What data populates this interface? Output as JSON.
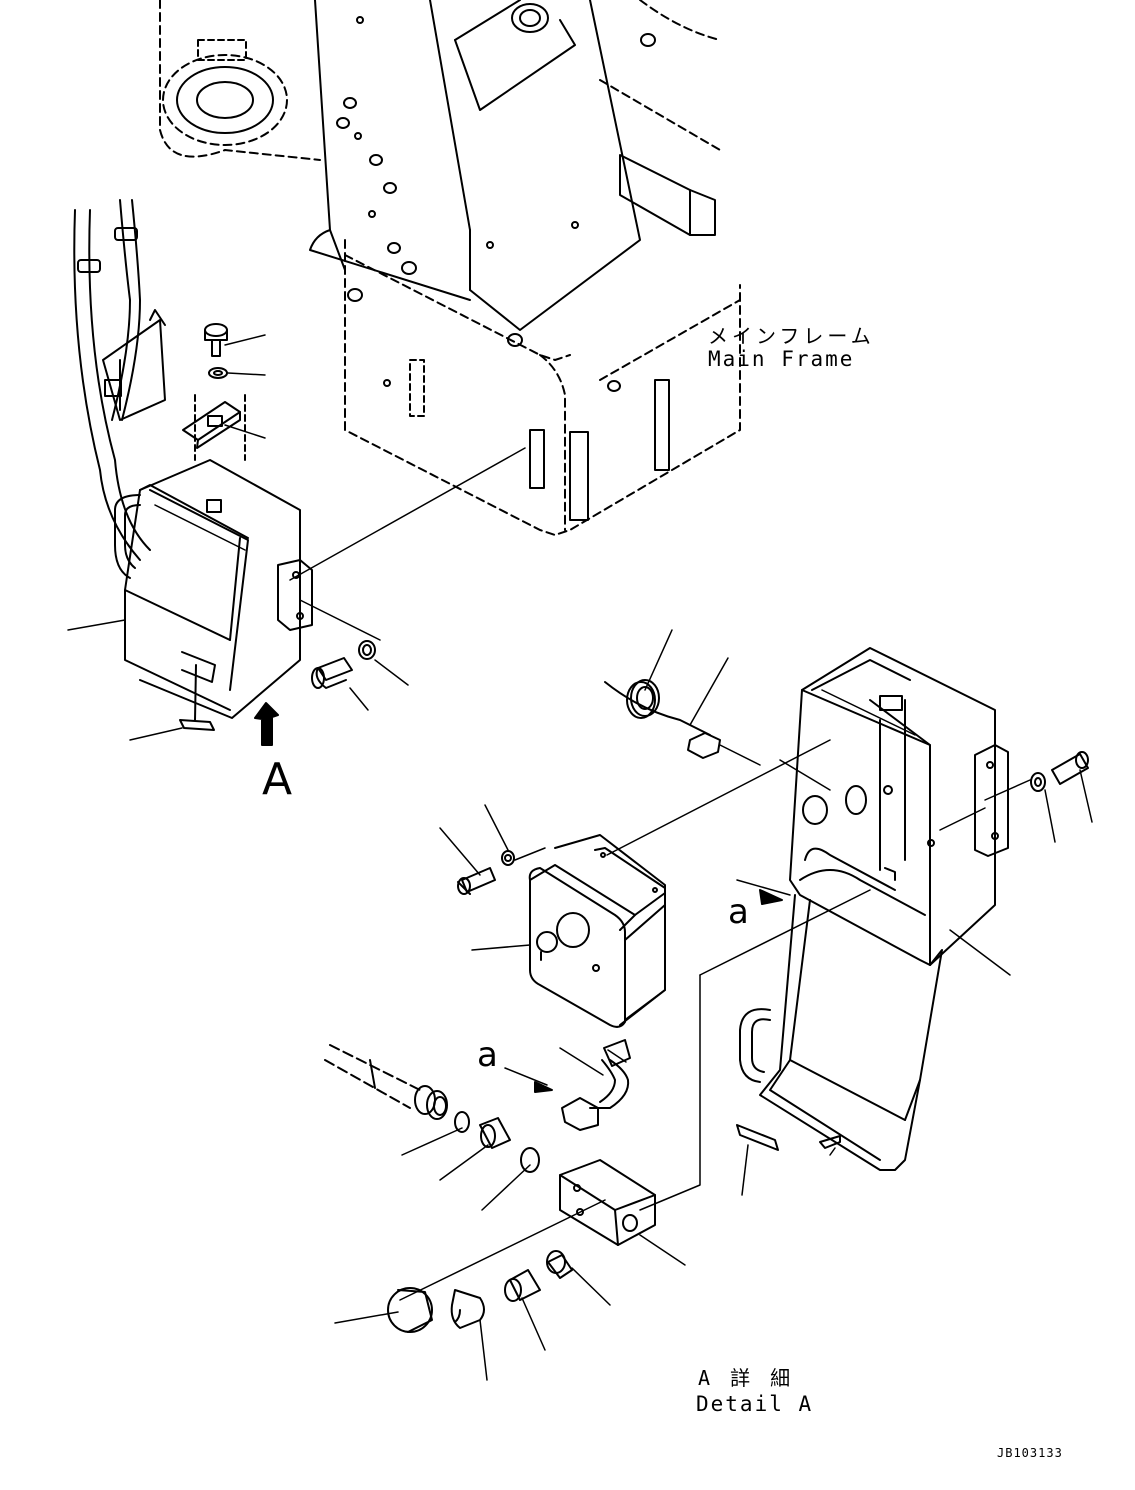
{
  "labels": {
    "main_frame_jp": "メインフレーム",
    "main_frame_en": "Main Frame",
    "view_a": "A",
    "arrow_a_upper": "a",
    "arrow_a_lower": "a",
    "detail_a_jp": "A 詳 細",
    "detail_a_en": "Detail A",
    "drawing_code": "JB103133"
  },
  "colors": {
    "line": "#000000",
    "background": "#ffffff"
  }
}
